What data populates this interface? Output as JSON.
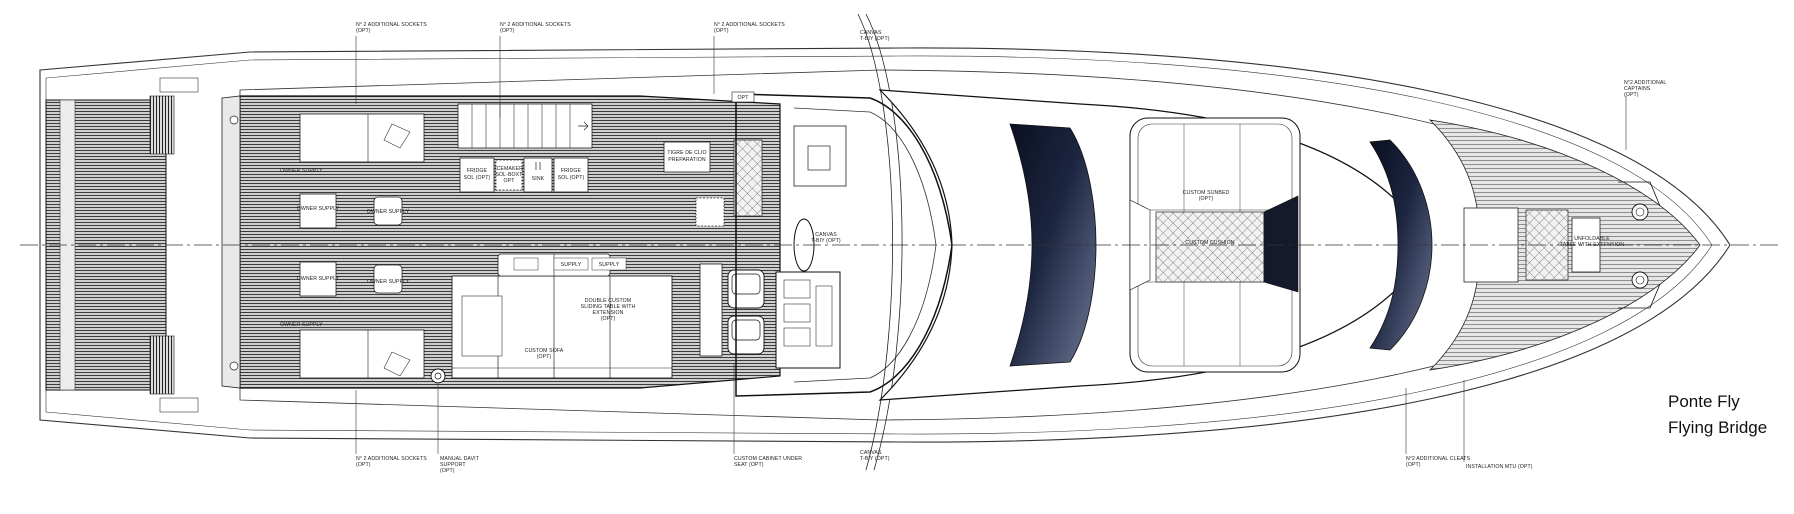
{
  "title": {
    "line1": "Ponte Fly",
    "line2": "Flying Bridge"
  },
  "callouts": {
    "sockets_top_1": [
      "N° 2 ADDITIONAL SOCKETS",
      "(OPT)"
    ],
    "sockets_top_2": [
      "N° 2 ADDITIONAL SOCKETS",
      "(OPT)"
    ],
    "sockets_top_3": [
      "N° 2 ADDITIONAL SOCKETS",
      "(OPT)"
    ],
    "canvas_top": [
      "CANVAS",
      "T-BIY (OPT)"
    ],
    "captains_fwd": [
      "N°2 ADDITIONAL",
      "CAPTAINS",
      "(OPT)"
    ],
    "sockets_bottom": [
      "N° 2 ADDITIONAL SOCKETS",
      "(OPT)"
    ],
    "davit": [
      "MANUAL DAVIT",
      "SUPPORT",
      "(OPT)"
    ],
    "cabinet": [
      "CUSTOM CABINET UNDER",
      "SEAT (OPT)"
    ],
    "canvas_bottom": [
      "CANVAS",
      "T-BIY (OPT)"
    ],
    "cleats": [
      "N°2 ADDITIONAL CLEATS",
      "(OPT)"
    ],
    "mtu": [
      "INSTALLATION MTU (OPT)"
    ]
  },
  "labels": {
    "opt": "OPT",
    "fridge_left": [
      "FRIDGE",
      "SOL (OPT)"
    ],
    "fridge_right": [
      "FRIDGE",
      "SOL (OPT)"
    ],
    "sink": "SINK",
    "icemaker": [
      "ICEMAKER",
      "SOL-BOXT",
      "OPT"
    ],
    "preparation": [
      "TIGRE DE CLIO",
      "PREPARATION"
    ],
    "custom_sunbed": "CUSTOM SUNBED",
    "custom_sunbed_opt": "(OPT)",
    "owner_supply": "OWNER SUPPLY",
    "owner_supply_tl": "OWNER SUPPLY",
    "owner_supply_bl": "OWNER SUPPLY",
    "custom_sofa": [
      "CUSTOM SOFA",
      "(OPT)"
    ],
    "double_table": [
      "DOUBLE CUSTOM",
      "SLIDING TABLE WITH",
      "EXTENSION",
      "(OPT)"
    ],
    "supply_1": "SUPPLY",
    "supply_2": "SUPPLY",
    "canvas_center": [
      "CANVAS",
      "T-BIY (OPT)"
    ],
    "custom_cushion": "CUSTOM CUSHION",
    "unfoldable_table": [
      "UNFOLDABLE",
      "TABLE WITH EXTENSION"
    ]
  }
}
